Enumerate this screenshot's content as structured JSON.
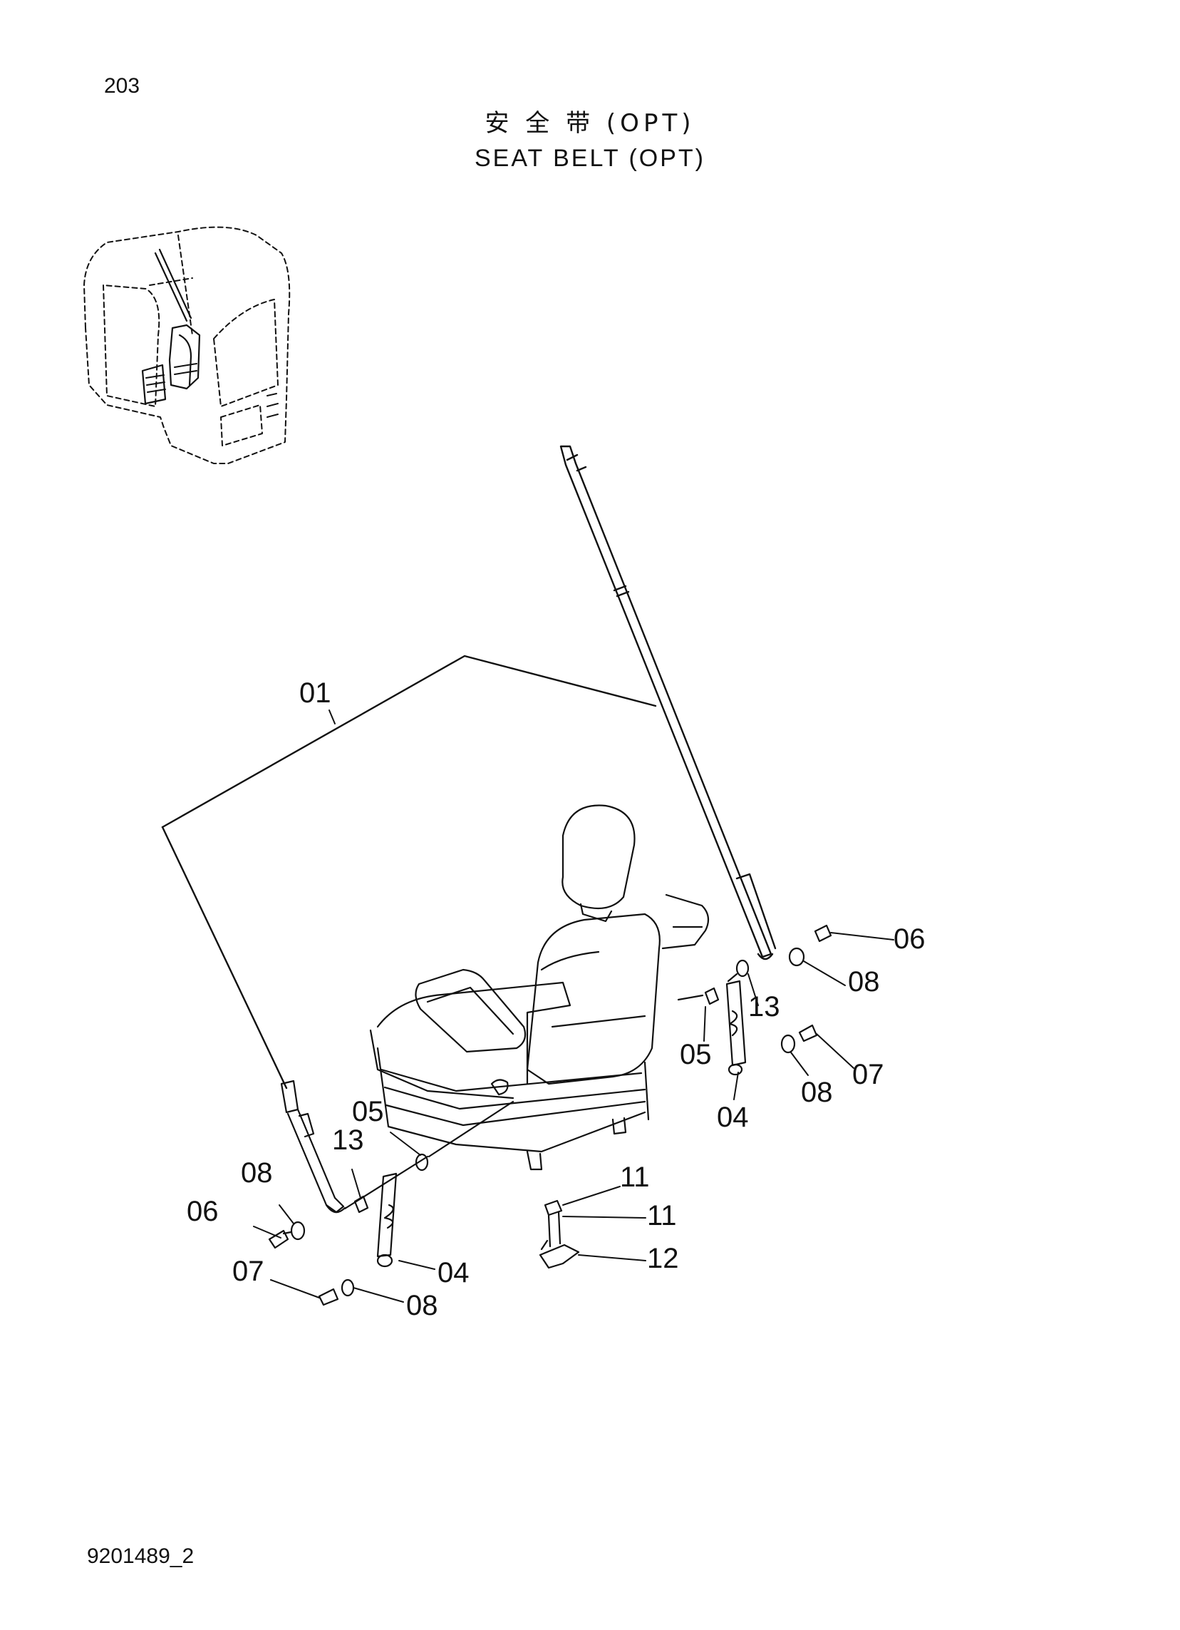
{
  "page": {
    "number": "203",
    "title_cn": "安 全 带 (OPT)",
    "title_en": "SEAT BELT (OPT)",
    "doc_id": "9201489_2"
  },
  "callouts": {
    "c01": "01",
    "c04a": "04",
    "c04b": "04",
    "c05a": "05",
    "c05b": "05",
    "c06a": "06",
    "c06b": "06",
    "c07a": "07",
    "c07b": "07",
    "c08a": "08",
    "c08b": "08",
    "c08c": "08",
    "c08d": "08",
    "c11a": "11",
    "c11b": "11",
    "c12": "12",
    "c13a": "13",
    "c13b": "13"
  },
  "colors": {
    "ink": "#111111",
    "paper": "#ffffff"
  }
}
